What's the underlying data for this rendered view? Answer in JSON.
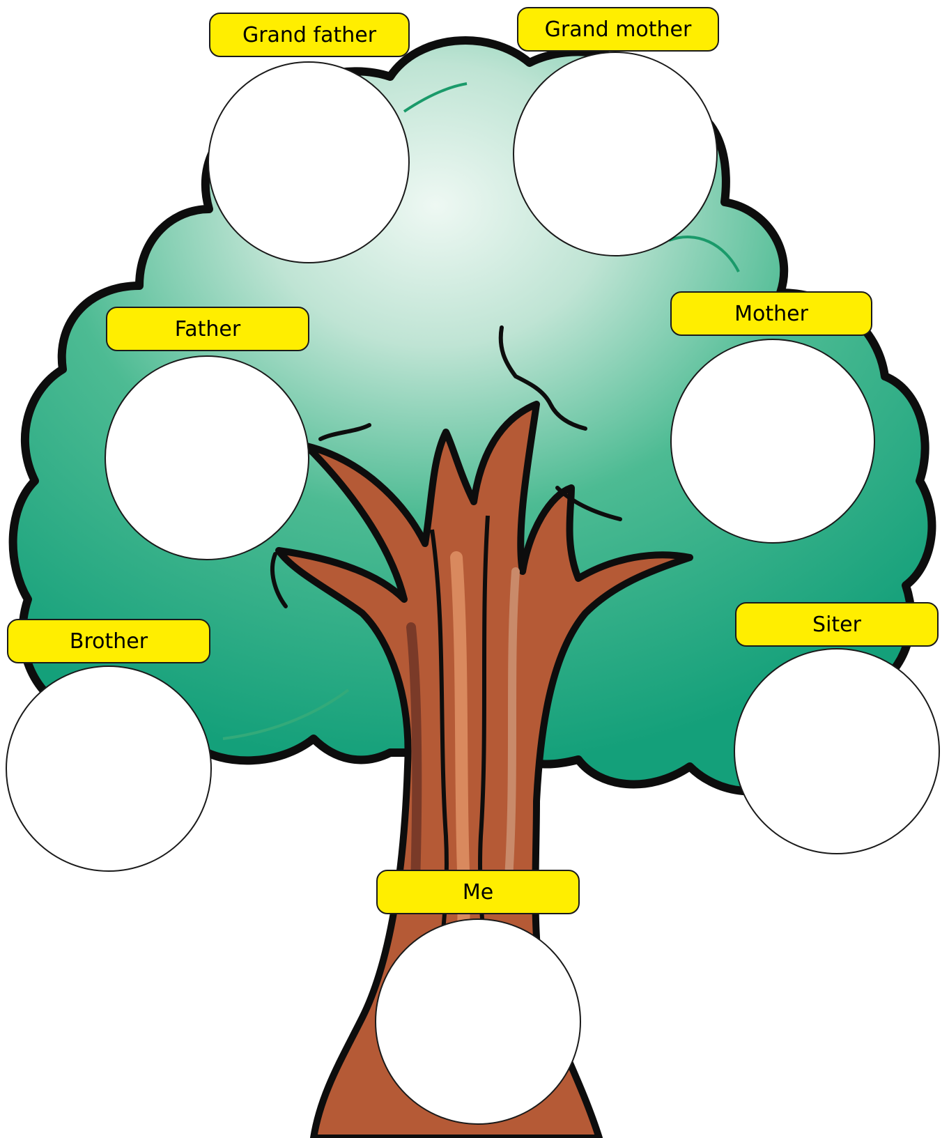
{
  "colors": {
    "foliage": "#1fa07a",
    "foliage_light": "#d8efe6",
    "trunk": "#a64a2e",
    "trunk_light": "#c8754f",
    "trunk_shadow": "#7a3a28",
    "label_fill": "#ffee00",
    "outline": "#1a1a1a"
  },
  "members": {
    "grandfather": {
      "label": "Grand father"
    },
    "grandmother": {
      "label": "Grand mother"
    },
    "father": {
      "label": "Father"
    },
    "mother": {
      "label": "Mother"
    },
    "brother": {
      "label": "Brother"
    },
    "sister": {
      "label": "Siter"
    },
    "me": {
      "label": "Me"
    }
  }
}
